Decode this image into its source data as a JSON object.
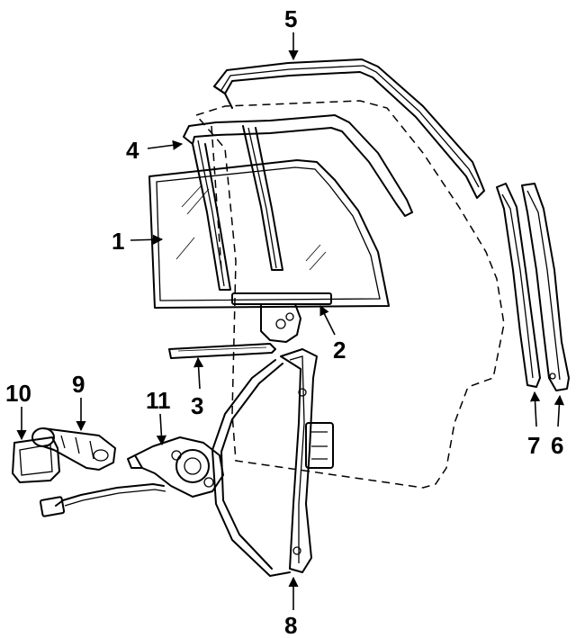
{
  "diagram": {
    "callouts": [
      {
        "id": "1",
        "label": "1"
      },
      {
        "id": "2",
        "label": "2"
      },
      {
        "id": "3",
        "label": "3"
      },
      {
        "id": "4",
        "label": "4"
      },
      {
        "id": "5",
        "label": "5"
      },
      {
        "id": "6",
        "label": "6"
      },
      {
        "id": "7",
        "label": "7"
      },
      {
        "id": "8",
        "label": "8"
      },
      {
        "id": "9",
        "label": "9"
      },
      {
        "id": "10",
        "label": "10"
      },
      {
        "id": "11",
        "label": "11"
      }
    ]
  }
}
